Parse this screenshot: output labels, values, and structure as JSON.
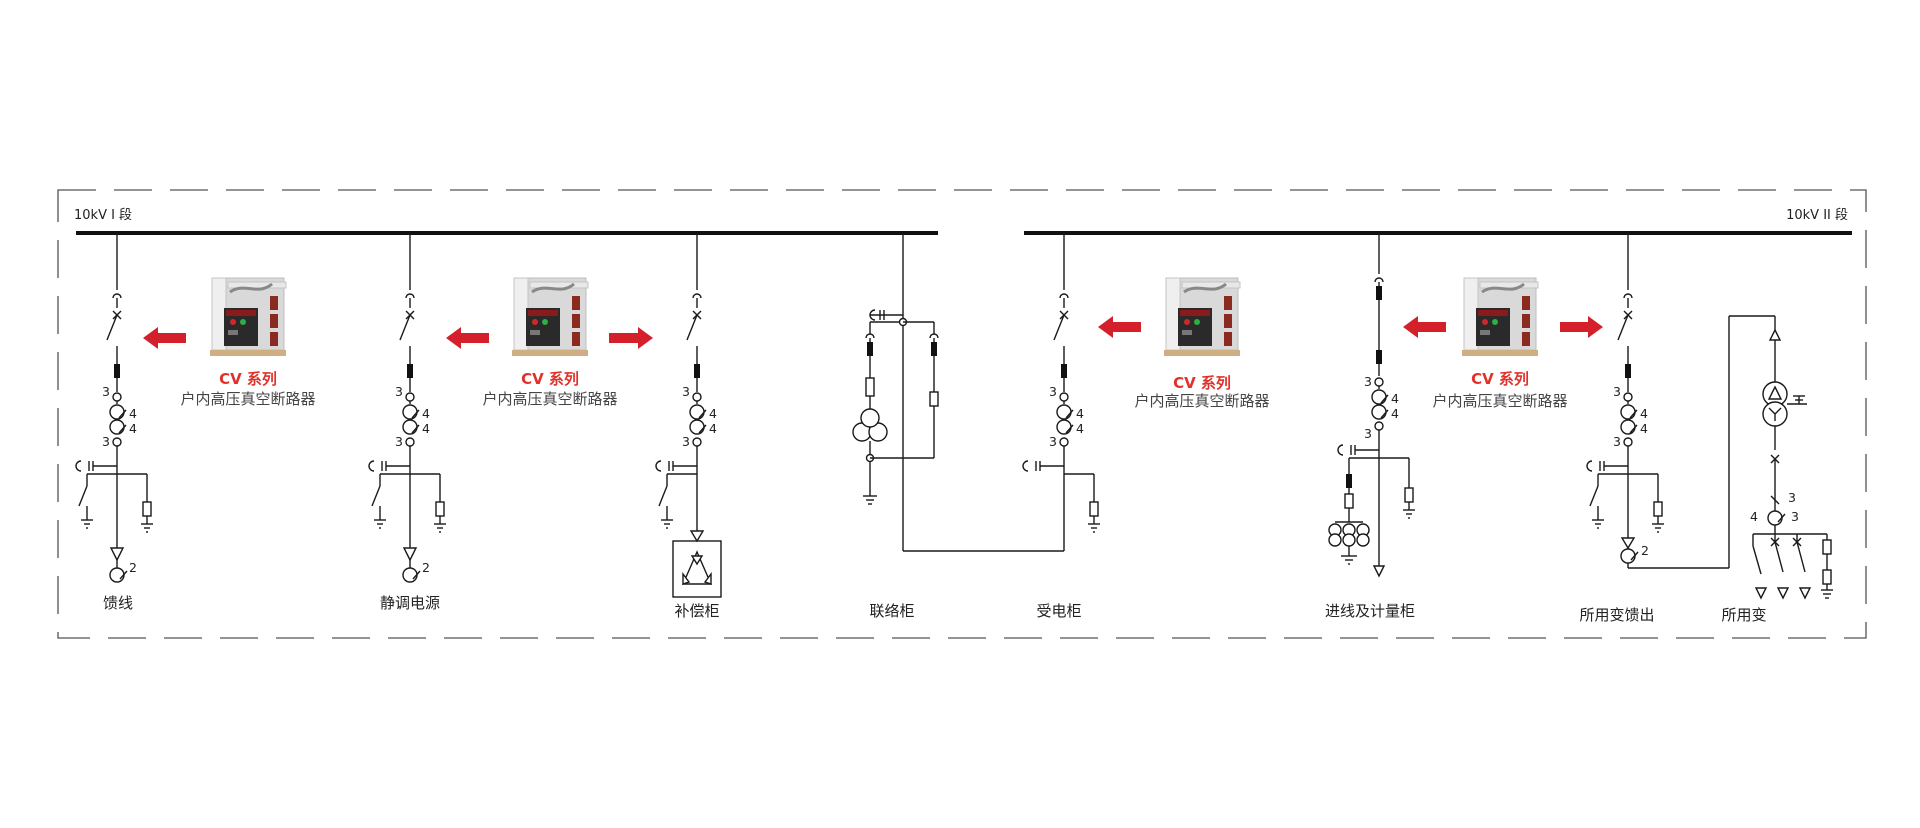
{
  "bus": {
    "left_label": "10kV I 段",
    "right_label": "10kV II 段"
  },
  "products": [
    {
      "series": "CV 系列",
      "description": "户内高压真空断路器"
    },
    {
      "series": "CV 系列",
      "description": "户内高压真空断路器"
    },
    {
      "series": "CV 系列",
      "description": "户内高压真空断路器"
    },
    {
      "series": "CV 系列",
      "description": "户内高压真空断路器"
    }
  ],
  "cabinets": [
    {
      "name": "馈线"
    },
    {
      "name": "静调电源"
    },
    {
      "name": "补偿柜"
    },
    {
      "name": "联络柜"
    },
    {
      "name": "受电柜"
    },
    {
      "name": "进线及计量柜"
    },
    {
      "name": "所用变馈出"
    },
    {
      "name": "所用变"
    }
  ],
  "markers": {
    "n2": "2",
    "n3": "3",
    "n4": "4"
  },
  "colors": {
    "accent": "#e0322a",
    "arrow": "#d4202a",
    "line": "#1a1a1a"
  }
}
